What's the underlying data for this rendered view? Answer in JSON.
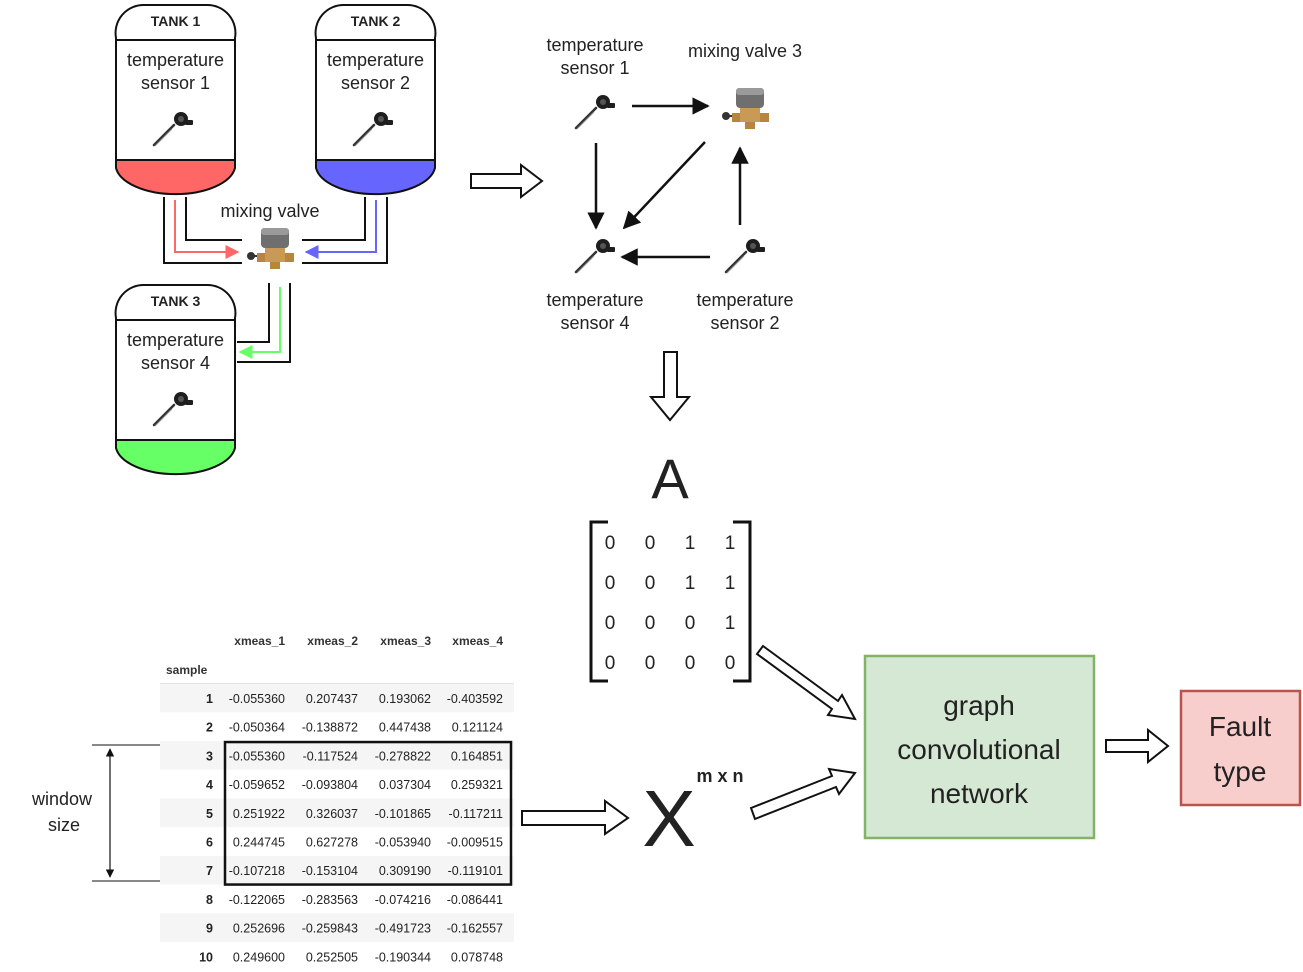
{
  "tanks": [
    {
      "name": "TANK 1",
      "sensor_line1": "temperature",
      "sensor_line2": "sensor 1",
      "color": "#ff6666"
    },
    {
      "name": "TANK 2",
      "sensor_line1": "temperature",
      "sensor_line2": "sensor 2",
      "color": "#6666ff"
    },
    {
      "name": "TANK 3",
      "sensor_line1": "temperature",
      "sensor_line2": "sensor 4",
      "color": "#66ff66"
    }
  ],
  "mixing_valve_label": "mixing valve",
  "graph": {
    "sensor1": [
      "temperature",
      "sensor 1"
    ],
    "valve3": "mixing valve 3",
    "sensor4": [
      "temperature",
      "sensor 4"
    ],
    "sensor2": [
      "temperature",
      "sensor 2"
    ]
  },
  "adjacency": {
    "label": "A",
    "matrix": [
      [
        "0",
        "0",
        "1",
        "1"
      ],
      [
        "0",
        "0",
        "1",
        "1"
      ],
      [
        "0",
        "0",
        "0",
        "1"
      ],
      [
        "0",
        "0",
        "0",
        "0"
      ]
    ]
  },
  "table": {
    "columns": [
      "xmeas_1",
      "xmeas_2",
      "xmeas_3",
      "xmeas_4"
    ],
    "index_name": "sample",
    "rows": [
      {
        "idx": "1",
        "vals": [
          "-0.055360",
          "0.207437",
          "0.193062",
          "-0.403592"
        ]
      },
      {
        "idx": "2",
        "vals": [
          "-0.050364",
          "-0.138872",
          "0.447438",
          "0.121124"
        ]
      },
      {
        "idx": "3",
        "vals": [
          "-0.055360",
          "-0.117524",
          "-0.278822",
          "0.164851"
        ]
      },
      {
        "idx": "4",
        "vals": [
          "-0.059652",
          "-0.093804",
          "0.037304",
          "0.259321"
        ]
      },
      {
        "idx": "5",
        "vals": [
          "0.251922",
          "0.326037",
          "-0.101865",
          "-0.117211"
        ]
      },
      {
        "idx": "6",
        "vals": [
          "0.244745",
          "0.627278",
          "-0.053940",
          "-0.009515"
        ]
      },
      {
        "idx": "7",
        "vals": [
          "-0.107218",
          "-0.153104",
          "0.309190",
          "-0.119101"
        ]
      },
      {
        "idx": "8",
        "vals": [
          "-0.122065",
          "-0.283563",
          "-0.074216",
          "-0.086441"
        ]
      },
      {
        "idx": "9",
        "vals": [
          "0.252696",
          "-0.259843",
          "-0.491723",
          "-0.162557"
        ]
      },
      {
        "idx": "10",
        "vals": [
          "0.249600",
          "0.252505",
          "-0.190344",
          "0.078748"
        ]
      }
    ]
  },
  "window_label": [
    "window",
    "size"
  ],
  "x_label": "X",
  "x_superscript": "m x n",
  "gcn": {
    "lines": [
      "graph",
      "convolutional",
      "network"
    ],
    "fill": "#d5e8d4",
    "stroke": "#82b366"
  },
  "fault": {
    "lines": [
      "Fault",
      "type"
    ],
    "fill": "#f8cecc",
    "stroke": "#b85450"
  }
}
